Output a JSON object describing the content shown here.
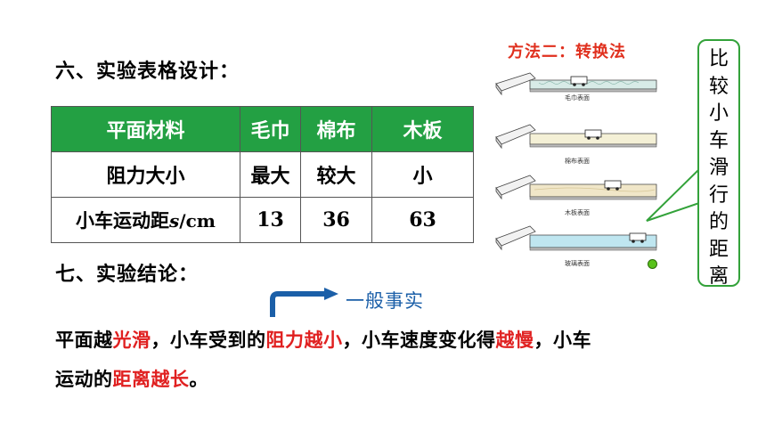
{
  "section6": "六、实验表格设计：",
  "table": {
    "header": [
      "平面材料",
      "毛巾",
      "棉布",
      "木板"
    ],
    "row_force": [
      "阻力大小",
      "最大",
      "较大",
      "小"
    ],
    "row_distance_label": "小车运动距",
    "row_distance_var": "s",
    "row_distance_unit": "/cm",
    "row_distance_values": [
      "13",
      "36",
      "63"
    ]
  },
  "section7": "七、实验结论：",
  "method2": "方法二：转换法",
  "ramp_captions": [
    "毛巾表面",
    "棉布表面",
    "木板表面",
    "玻璃表面"
  ],
  "callout_text": [
    "比",
    "较",
    "小",
    "车",
    "滑",
    "行",
    "的",
    "距",
    "离"
  ],
  "arrow_label": "一般事实",
  "conclusion": {
    "p1": "平面越",
    "p2": "光滑",
    "p3": "，小车受到的",
    "p4": "阻力越小",
    "p5": "，小车速度变化得",
    "p6": "越慢",
    "p7": "，小车",
    "p8": "运动的",
    "p9": "距离越长",
    "p10": "。"
  },
  "colors": {
    "header_green": "#23a043",
    "highlight_red": "#e02020",
    "method_red": "#e0301e",
    "arrow_blue": "#1b5fa8",
    "callout_green": "#33a23a"
  }
}
